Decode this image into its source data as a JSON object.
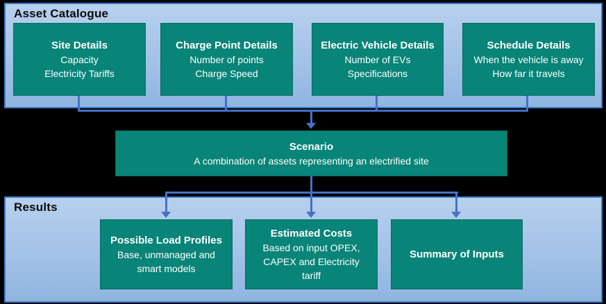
{
  "colors": {
    "bg": "#000000",
    "teal": "#088478",
    "teal_border": "#0a6b64",
    "panel_top": "#b7d0ee",
    "panel_mid": "#a3c2e7",
    "panel_bottom": "#8fb5e0",
    "panel_border": "#3e7cc8",
    "connector": "#4472c4",
    "text_dark": "#0b0b0b",
    "text_light": "#ffffff"
  },
  "icons": {
    "arrow_down": "css-triangle-down"
  },
  "asset_catalogue": {
    "title": "Asset Catalogue",
    "boxes": [
      {
        "title": "Site Details",
        "lines": [
          "Capacity",
          "Electricity Tariffs"
        ]
      },
      {
        "title": "Charge Point Details",
        "lines": [
          "Number of points",
          "Charge Speed"
        ]
      },
      {
        "title": "Electric Vehicle Details",
        "lines": [
          "Number of EVs",
          "Specifications"
        ]
      },
      {
        "title": "Schedule Details",
        "lines": [
          "When the vehicle is away",
          "How far it travels"
        ]
      }
    ]
  },
  "scenario": {
    "title": "Scenario",
    "subtitle": "A combination of assets representing an electrified site"
  },
  "results": {
    "title": "Results",
    "boxes": [
      {
        "title": "Possible Load Profiles",
        "lines": [
          "Base, unmanaged and",
          "smart models"
        ]
      },
      {
        "title": "Estimated Costs",
        "lines": [
          "Based on input OPEX,",
          "CAPEX and Electricity",
          "tariff"
        ]
      },
      {
        "title": "Summary of Inputs",
        "lines": []
      }
    ]
  }
}
